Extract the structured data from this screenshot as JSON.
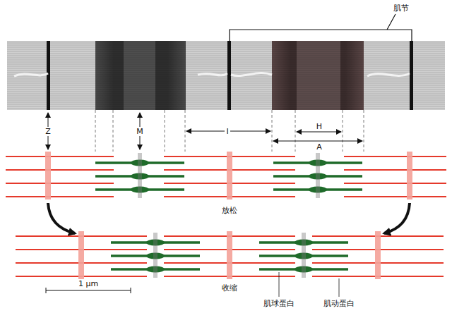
{
  "diagram": {
    "labels": [
      "肌节",
      "Z",
      "M",
      "I",
      "H",
      "A",
      "放松",
      "收缩",
      "肌球蛋白",
      "肌动蛋白",
      "1 μm"
    ]
  }
}
